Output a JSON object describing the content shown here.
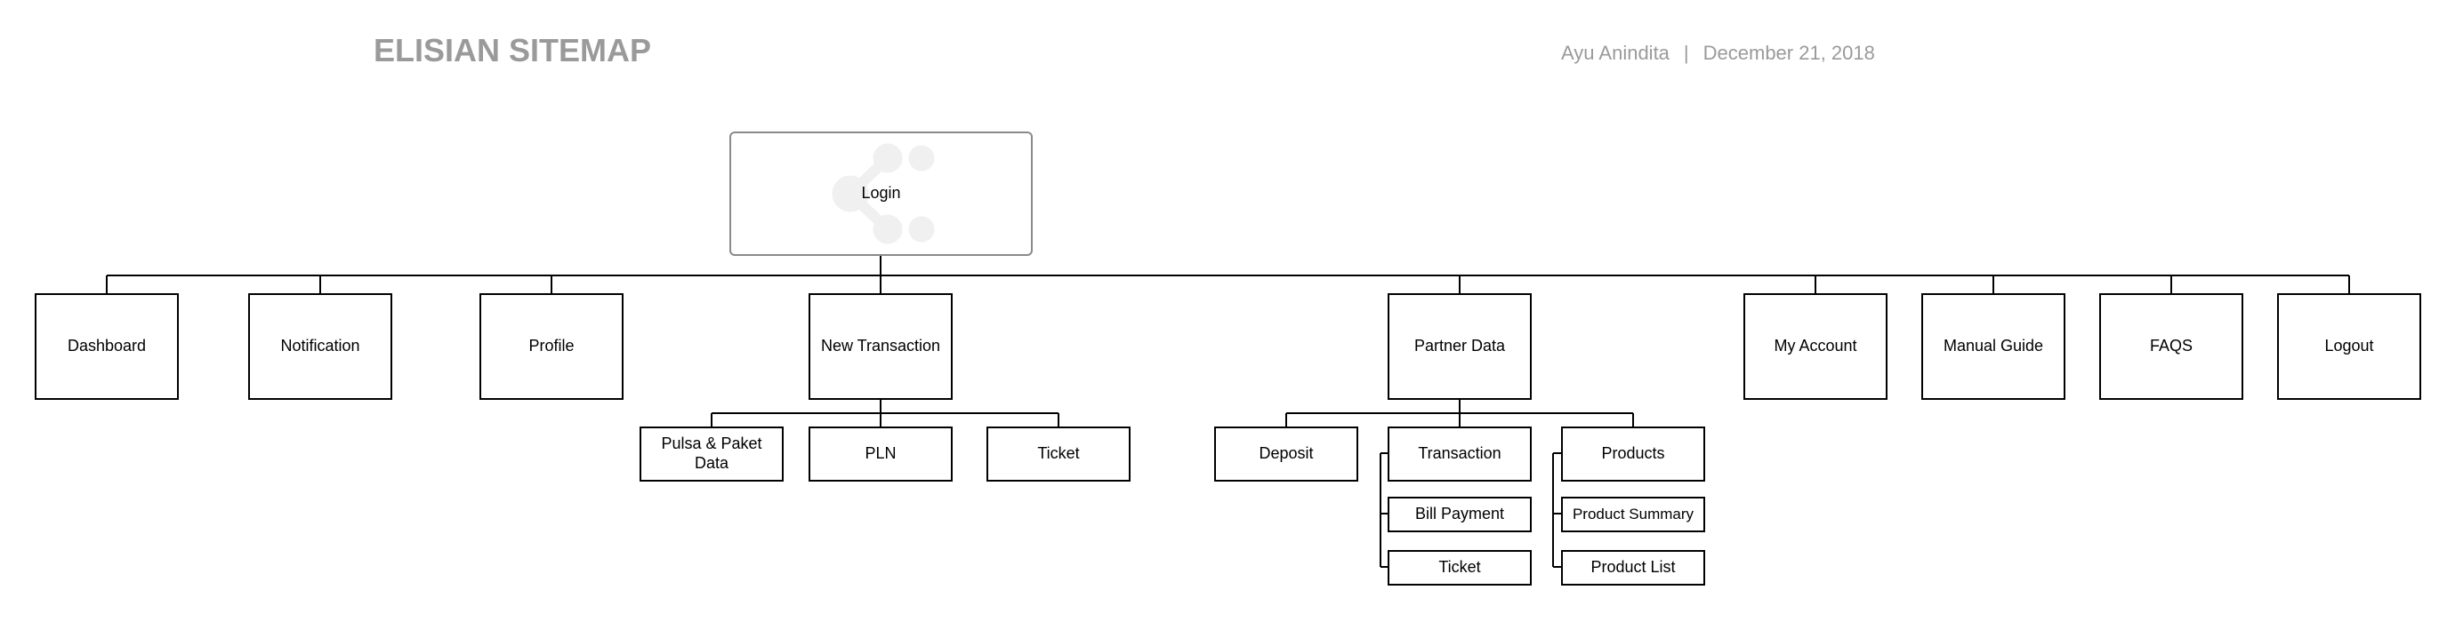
{
  "header": {
    "title": "ELISIAN SITEMAP",
    "author": "Ayu Anindita",
    "separator": "|",
    "date": "December 21, 2018"
  },
  "sitemap": {
    "root": {
      "label": "Login"
    },
    "level1": [
      {
        "id": "dashboard",
        "label": "Dashboard"
      },
      {
        "id": "notification",
        "label": "Notification"
      },
      {
        "id": "profile",
        "label": "Profile"
      },
      {
        "id": "new-transaction",
        "label": "New Transaction",
        "children": [
          {
            "id": "pulsa",
            "label": "Pulsa & Paket Data"
          },
          {
            "id": "pln",
            "label": "PLN"
          },
          {
            "id": "ticket",
            "label": "Ticket"
          }
        ]
      },
      {
        "id": "partner-data",
        "label": "Partner Data",
        "children": [
          {
            "id": "deposit",
            "label": "Deposit"
          },
          {
            "id": "transaction",
            "label": "Transaction",
            "children": [
              {
                "id": "bill-payment",
                "label": "Bill Payment"
              },
              {
                "id": "transaction-ticket",
                "label": "Ticket"
              }
            ]
          },
          {
            "id": "products",
            "label": "Products",
            "children": [
              {
                "id": "product-summary",
                "label": "Product Summary"
              },
              {
                "id": "product-list",
                "label": "Product List"
              }
            ]
          }
        ]
      },
      {
        "id": "my-account",
        "label": "My Account"
      },
      {
        "id": "manual-guide",
        "label": "Manual Guide"
      },
      {
        "id": "faqs",
        "label": "FAQS"
      },
      {
        "id": "logout",
        "label": "Logout"
      }
    ]
  }
}
